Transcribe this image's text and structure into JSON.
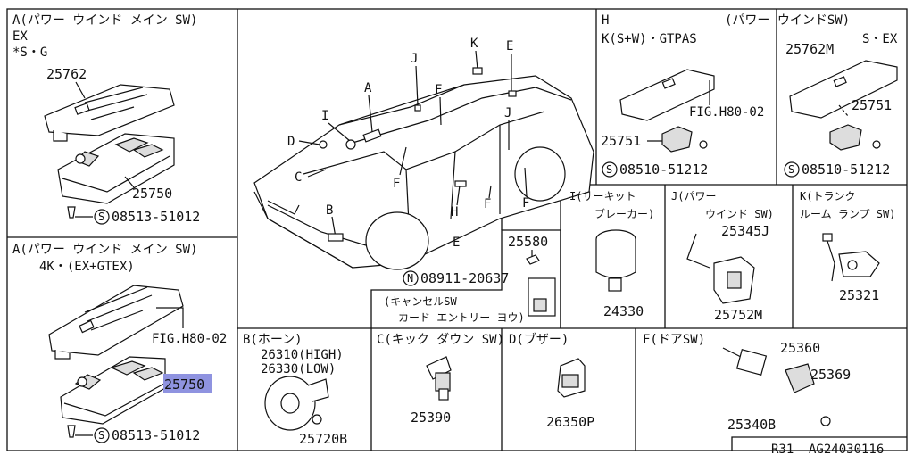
{
  "panels": {
    "a1": {
      "title": "A(パワー ウインド メイン SW)",
      "line2": "EX",
      "line3": "*S・G",
      "parts": [
        "25762",
        "25750"
      ],
      "screw": "08513-51012"
    },
    "a2": {
      "title": "A(パワー ウインド メイン SW)",
      "line2": "4K・(EX+GTEX)",
      "fig": "FIG.H80-02",
      "parts": [
        "25750"
      ],
      "screw": "08513-51012"
    },
    "car": {
      "letters": [
        "A",
        "B",
        "C",
        "D",
        "E",
        "F",
        "F",
        "F",
        "F",
        "H",
        "I",
        "J",
        "J",
        "K"
      ]
    },
    "h": {
      "title": "H",
      "variant_left": "K(S+W)・GTPAS",
      "title_right": "(パワー ウインドSW)",
      "variant_right": "S・EX",
      "fig": "FIG.H80-02",
      "parts": [
        "25751",
        "25762M",
        "25751"
      ],
      "screws": [
        "08510-51212",
        "08510-51212"
      ]
    },
    "e": {
      "title": "E",
      "part": "25580",
      "nut": "08911-20637",
      "note1": "(キャンセルSW",
      "note2": "カード エントリー ヨウ)"
    },
    "i": {
      "title1": "I(サーキット",
      "title2": "ブレーカー)",
      "part": "24330"
    },
    "j": {
      "title1": "J(パワー",
      "title2": "ウインド SW)",
      "parts": [
        "25345J",
        "25752M"
      ]
    },
    "k": {
      "title1": "K(トランク",
      "title2": "ルーム ランプ SW)",
      "part": "25321"
    },
    "b": {
      "title": "B(ホーン)",
      "line2": "26310(HIGH)",
      "line3": "26330(LOW)",
      "part": "25720B"
    },
    "c": {
      "title": "C(キック ダウン SW)",
      "part": "25390"
    },
    "d": {
      "title": "D(ブザー)",
      "part": "26350P"
    },
    "f": {
      "title": "F(ドアSW)",
      "parts": [
        "25360",
        "25369",
        "25340B"
      ]
    },
    "footer": {
      "model": "R31",
      "code": "AG24030116"
    }
  },
  "colors": {
    "highlight": "#8f93e0",
    "ink": "#111111"
  }
}
